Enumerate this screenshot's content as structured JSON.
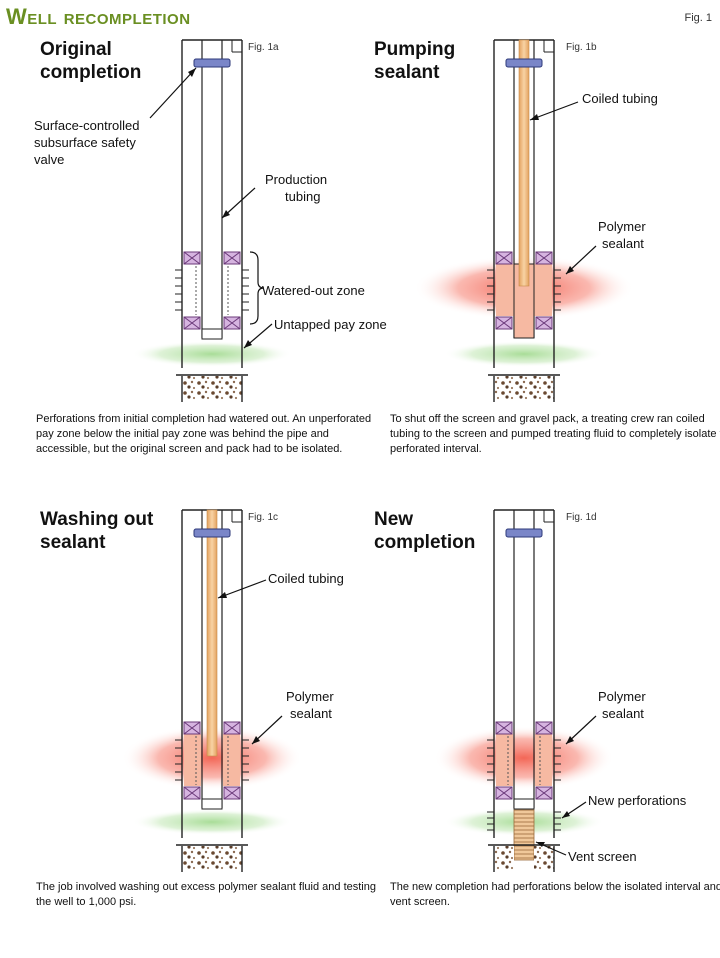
{
  "title": "Well recompletion",
  "fig_ref": "Fig. 1",
  "panels": {
    "a": {
      "heading_l1": "Original",
      "heading_l2": "completion",
      "fig": "Fig. 1a",
      "labels": {
        "valve_l1": "Surface-controlled",
        "valve_l2": "subsurface safety",
        "valve_l3": "valve",
        "tubing_l1": "Production",
        "tubing_l2": "tubing",
        "watered": "Watered-out zone",
        "untapped": "Untapped pay zone"
      },
      "caption": "Perforations from initial completion had watered out. An unperforated pay zone below the initial pay zone was behind the pipe and accessible, but the original screen and pack had to be isolated."
    },
    "b": {
      "heading_l1": "Pumping",
      "heading_l2": "sealant",
      "fig": "Fig. 1b",
      "labels": {
        "coiled": "Coiled tubing",
        "polymer_l1": "Polymer",
        "polymer_l2": "sealant"
      },
      "caption": "To shut off the screen and gravel pack, a treating crew ran coiled tubing to the screen and pumped treating fluid to completely isolate the perforated interval."
    },
    "c": {
      "heading_l1": "Washing out",
      "heading_l2": "sealant",
      "fig": "Fig. 1c",
      "labels": {
        "coiled": "Coiled tubing",
        "polymer_l1": "Polymer",
        "polymer_l2": "sealant"
      },
      "caption": "The job involved washing out excess polymer sealant fluid and testing the well to 1,000 psi."
    },
    "d": {
      "heading_l1": "New",
      "heading_l2": "completion",
      "fig": "Fig. 1d",
      "labels": {
        "polymer_l1": "Polymer",
        "polymer_l2": "sealant",
        "newperf": "New perforations",
        "vent": "Vent screen"
      },
      "caption": "The new completion had perforations below the isolated interval and a vent screen."
    }
  },
  "colors": {
    "title": "#6a8f22",
    "coiled_tubing": "#f2c08a",
    "sealant": "#f6b9a2",
    "red_zone": "#f47a6c",
    "green_zone": "#9ed48f",
    "packer": "#b66ab8",
    "valve": "#7a86c8"
  }
}
